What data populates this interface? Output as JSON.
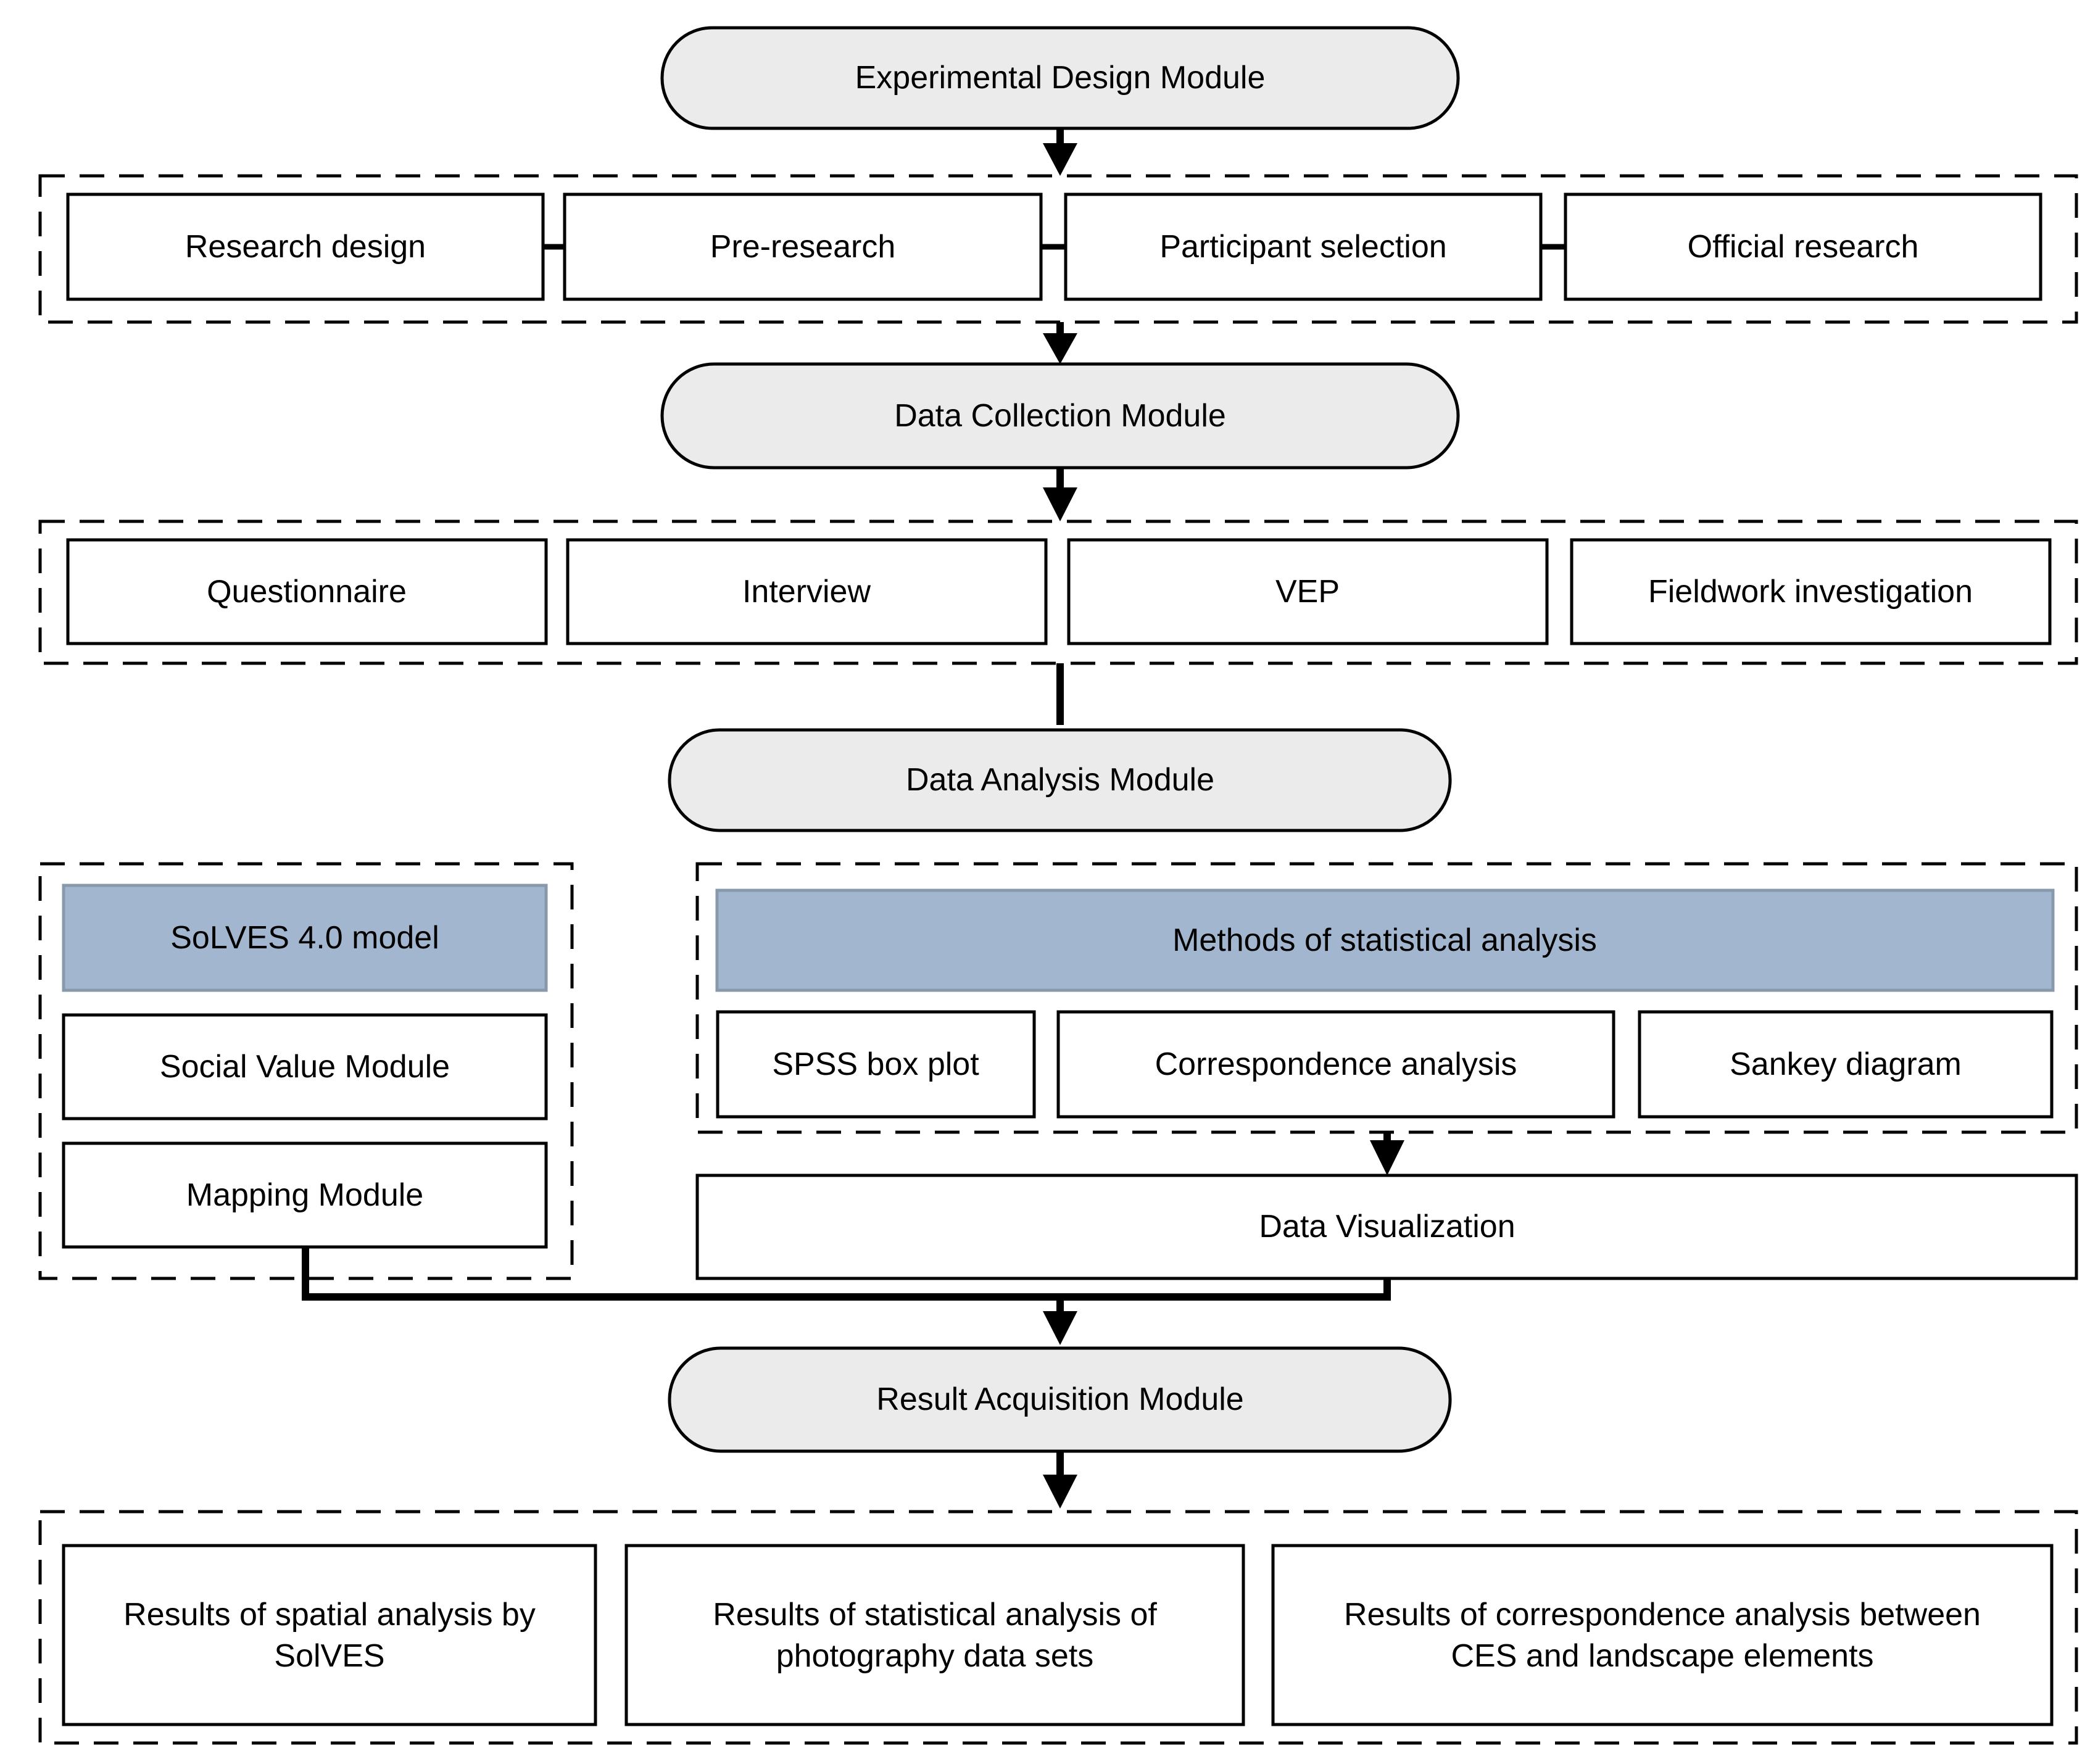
{
  "modules": {
    "experimental_design": "Experimental Design Module",
    "data_collection": "Data Collection Module",
    "data_analysis": "Data Analysis Module",
    "result_acquisition": "Result Acquisition Module"
  },
  "design_steps": [
    "Research design",
    "Pre-research",
    "Participant selection",
    "Official research"
  ],
  "collection_methods": [
    "Questionnaire",
    "Interview",
    "VEP",
    "Fieldwork investigation"
  ],
  "solves": {
    "header": "SoLVES 4.0 model",
    "items": [
      "Social Value Module",
      "Mapping Module"
    ]
  },
  "statistics": {
    "header": "Methods of statistical analysis",
    "methods": [
      "SPSS box plot",
      "Correspondence analysis",
      "Sankey diagram"
    ]
  },
  "visualization": "Data Visualization",
  "results": [
    [
      "Results of spatial analysis by",
      "SolVES"
    ],
    [
      "Results of statistical analysis of",
      "photography data sets"
    ],
    [
      "Results of correspondence analysis between",
      "CES and landscape elements"
    ]
  ],
  "colors": {
    "module_fill": "#ebebeb",
    "header_fill": "#a2b6cf",
    "stroke": "#000000"
  }
}
